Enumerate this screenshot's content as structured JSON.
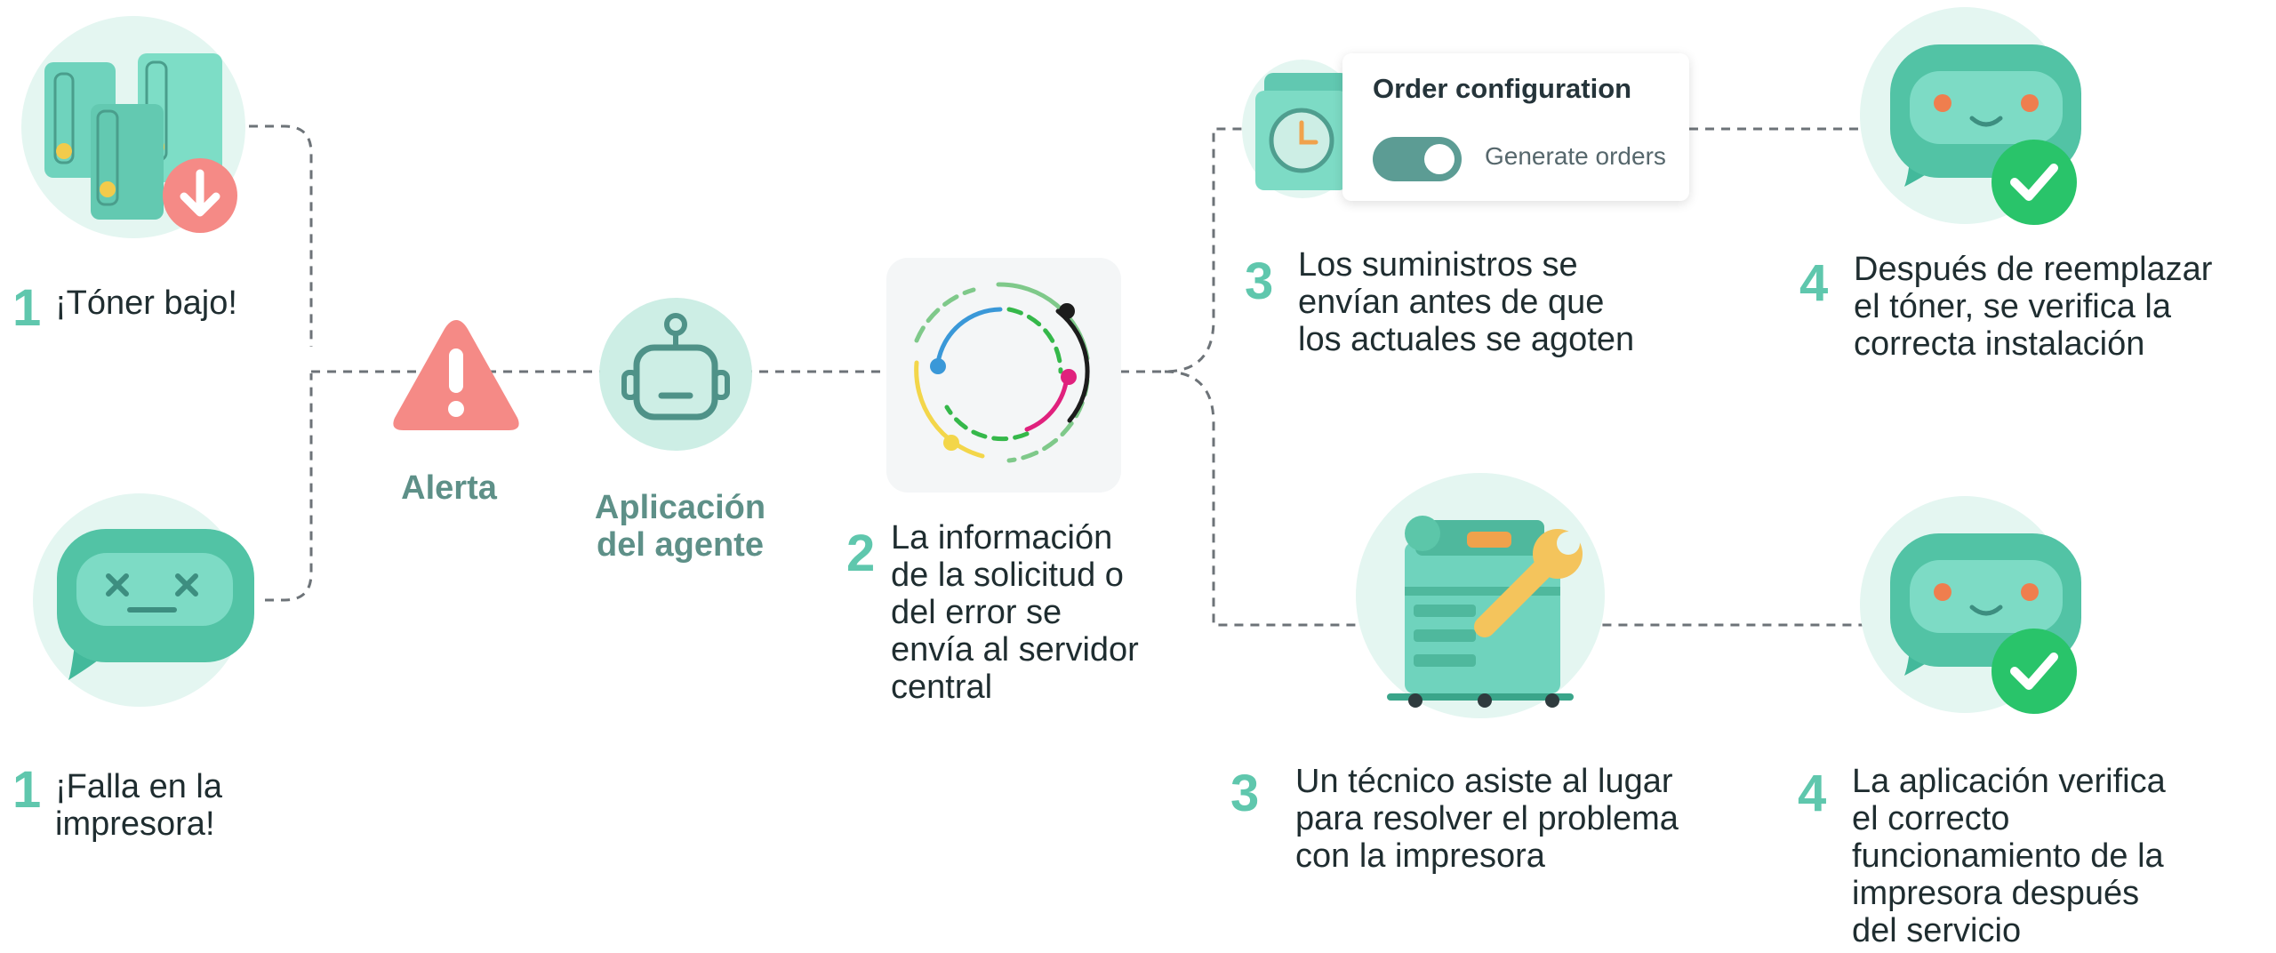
{
  "diagram": {
    "left_top": {
      "number": "1",
      "text": "¡Tóner bajo!",
      "icon": "toner-cartridges-icon"
    },
    "left_bottom": {
      "number": "1",
      "text": "¡Falla en la\nimpresora!",
      "icon": "sad-chat-bubble-icon"
    },
    "alert": {
      "label": "Alerta",
      "icon": "warning-triangle-icon"
    },
    "agent": {
      "label": "Aplicación\ndel agente",
      "icon": "robot-icon"
    },
    "server": {
      "number": "2",
      "text": "La información\nde la solicitud o\ndel error se\nenvía al servidor\ncentral",
      "icon": "central-server-circle-icon"
    },
    "top_step3": {
      "number": "3",
      "text": "Los suministros se\nenvían antes de que\nlos actuales se agoten",
      "icon": "supplies-box-clock-icon"
    },
    "order_card": {
      "title": "Order configuration",
      "toggle_label": "Generate orders",
      "toggle_on": true
    },
    "top_step4": {
      "number": "4",
      "text": "Después de reemplazar\nel tóner, se verifica la\ncorrecta instalación",
      "icon": "happy-chat-bubble-check-icon"
    },
    "bottom_step3": {
      "number": "3",
      "text": "Un técnico asiste al lugar\npara resolver el problema\ncon la impresora",
      "icon": "printer-wrench-icon"
    },
    "bottom_step4": {
      "number": "4",
      "text": "La aplicación verifica\nel correcto\nfuncionamiento de la\nimpresora después\ndel servicio",
      "icon": "happy-chat-bubble-check-icon"
    }
  },
  "colors": {
    "accent": "#5fc7ad",
    "label": "#5e9088",
    "alert_red": "#f58a86",
    "check_green": "#29c46a",
    "connector": "#6d7378"
  }
}
